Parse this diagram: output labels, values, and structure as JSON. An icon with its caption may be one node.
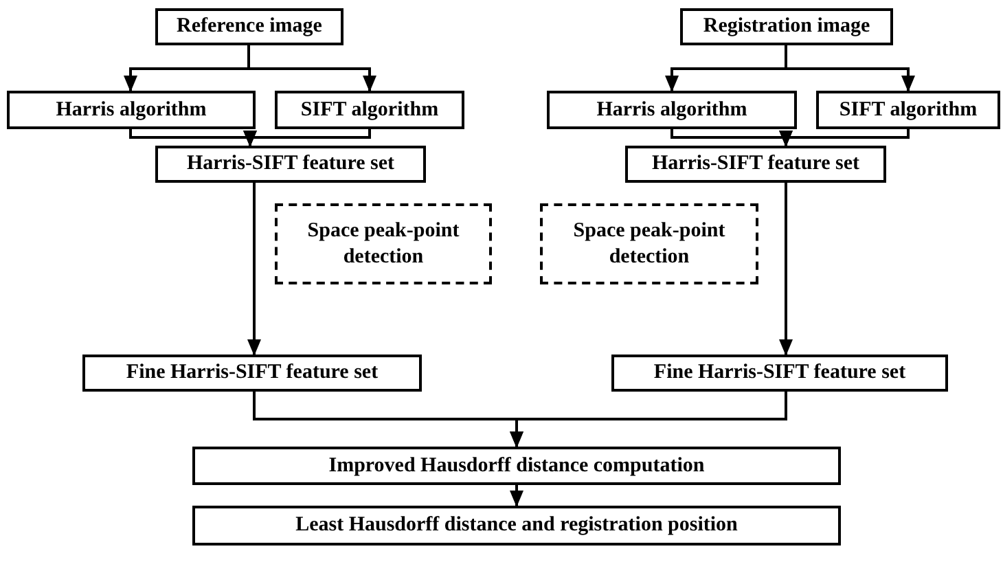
{
  "diagram": {
    "nodes": [
      {
        "text": [
          "Reference image"
        ]
      },
      {
        "text": [
          "Registration image"
        ]
      },
      {
        "text": [
          "Harris algorithm"
        ]
      },
      {
        "text": [
          "SIFT algorithm"
        ]
      },
      {
        "text": [
          "Harris algorithm"
        ]
      },
      {
        "text": [
          "SIFT algorithm"
        ]
      },
      {
        "text": [
          "Harris-SIFT feature set"
        ]
      },
      {
        "text": [
          "Harris-SIFT feature set"
        ]
      },
      {
        "text": [
          "Space peak-point detection"
        ]
      },
      {
        "text": [
          "Space peak-point detection"
        ]
      },
      {
        "text": [
          "Fine Harris-SIFT feature set"
        ]
      },
      {
        "text": [
          "Fine Harris-SIFT feature set"
        ]
      },
      {
        "text": [
          "Improved Hausdorff distance computation"
        ]
      },
      {
        "text": [
          "Least Hausdorff distance and registration position"
        ]
      }
    ],
    "edges": [
      {
        "from": 0,
        "to": 2,
        "arrow": "to"
      },
      {
        "from": 0,
        "to": 3,
        "arrow": "to"
      },
      {
        "from": 1,
        "to": 4,
        "arrow": "to"
      },
      {
        "from": 1,
        "to": 5,
        "arrow": "to"
      },
      {
        "from": 2,
        "to": 6,
        "arrow": "to"
      },
      {
        "from": 3,
        "to": 6,
        "arrow": "to"
      },
      {
        "from": 4,
        "to": 7,
        "arrow": "to"
      },
      {
        "from": 5,
        "to": 7,
        "arrow": "to"
      },
      {
        "from": 6,
        "to": 10,
        "arrow": "to"
      },
      {
        "from": 7,
        "to": 11,
        "arrow": "to"
      },
      {
        "from": 10,
        "to": 12,
        "arrow": "to"
      },
      {
        "from": 11,
        "to": 12,
        "arrow": "to"
      },
      {
        "from": 12,
        "to": 13,
        "arrow": "to"
      }
    ]
  }
}
